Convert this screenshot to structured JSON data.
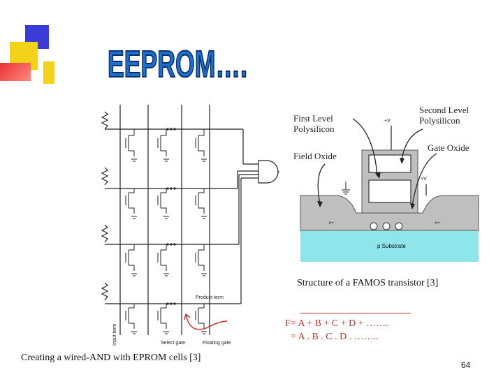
{
  "slide": {
    "title": "EEPROM….",
    "page_number": "64"
  },
  "circuit_diagram": {
    "labels": {
      "product_term": "Product term",
      "input_term": "Input term",
      "select_gate": "Select gate",
      "floating_gate": "Floating gate"
    },
    "caption": "Creating a wired-AND with EPROM cells [3]"
  },
  "famos_diagram": {
    "labels": {
      "first_level_polysilicon": [
        "First Level",
        "Polysilicon"
      ],
      "second_level_polysilicon": [
        "Second Level",
        "Polysilicon"
      ],
      "gate_oxide": "Gate Oxide",
      "field_oxide": "Field Oxide",
      "vg": "+V",
      "vd": "+V",
      "p_substrate": "p Substrate",
      "n_left": "n+",
      "n_right": "n+"
    },
    "caption": "Structure of a FAMOS transistor [3]"
  },
  "formula": {
    "line1": "F= A + B + C + D + …….",
    "line2": "= A . B . C . D . …….."
  },
  "colors": {
    "deco_yellow": "#f5d21a",
    "deco_blue": "#3b3bd6",
    "deco_red": "#e83030",
    "title_fill": "#1a6fd0",
    "substrate": "#8ee5ea",
    "formula": "#c0392b"
  }
}
